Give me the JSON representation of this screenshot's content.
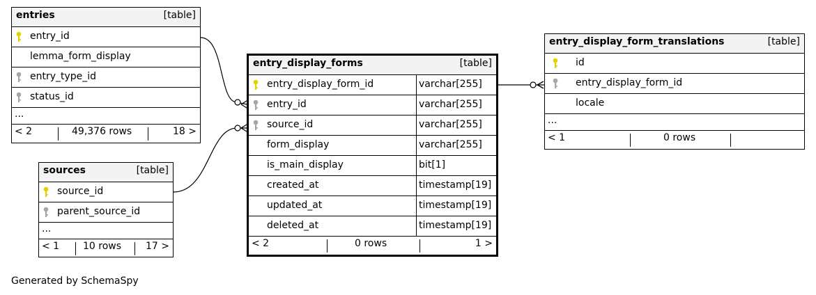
{
  "tables": {
    "entries": {
      "name": "entries",
      "type": "[table]",
      "columns": [
        {
          "name": "entry_id",
          "key": "primary-key"
        },
        {
          "name": "lemma_form_display",
          "key": ""
        },
        {
          "name": "entry_type_id",
          "key": "foreign-key"
        },
        {
          "name": "status_id",
          "key": "foreign-key"
        }
      ],
      "ellipsis": "...",
      "footer": {
        "parents": "< 2",
        "rows": "49,376 rows",
        "children": "18 >"
      }
    },
    "sources": {
      "name": "sources",
      "type": "[table]",
      "columns": [
        {
          "name": "source_id",
          "key": "primary-key"
        },
        {
          "name": "parent_source_id",
          "key": "foreign-key"
        }
      ],
      "ellipsis": "...",
      "footer": {
        "parents": "< 1",
        "rows": "10 rows",
        "children": "17 >"
      }
    },
    "entry_display_forms": {
      "name": "entry_display_forms",
      "type": "[table]",
      "columns": [
        {
          "name": "entry_display_form_id",
          "datatype": "varchar[255]",
          "key": "primary-key"
        },
        {
          "name": "entry_id",
          "datatype": "varchar[255]",
          "key": "foreign-key"
        },
        {
          "name": "source_id",
          "datatype": "varchar[255]",
          "key": "foreign-key"
        },
        {
          "name": "form_display",
          "datatype": "varchar[255]",
          "key": ""
        },
        {
          "name": "is_main_display",
          "datatype": "bit[1]",
          "key": ""
        },
        {
          "name": "created_at",
          "datatype": "timestamp[19]",
          "key": ""
        },
        {
          "name": "updated_at",
          "datatype": "timestamp[19]",
          "key": ""
        },
        {
          "name": "deleted_at",
          "datatype": "timestamp[19]",
          "key": ""
        }
      ],
      "footer": {
        "parents": "< 2",
        "rows": "0 rows",
        "children": "1 >"
      }
    },
    "translations": {
      "name": "entry_display_form_translations",
      "type": "[table]",
      "columns": [
        {
          "name": "id",
          "key": "primary-key"
        },
        {
          "name": "entry_display_form_id",
          "key": "foreign-key"
        },
        {
          "name": "locale",
          "key": ""
        }
      ],
      "ellipsis": "...",
      "footer": {
        "parents": "< 1",
        "rows": "0 rows",
        "children": ""
      }
    }
  },
  "caption": "Generated by SchemaSpy",
  "colors": {
    "primary_key": "#e2d200",
    "foreign_key": "#a6a6a6",
    "header_bg": "#f3f3f3"
  }
}
